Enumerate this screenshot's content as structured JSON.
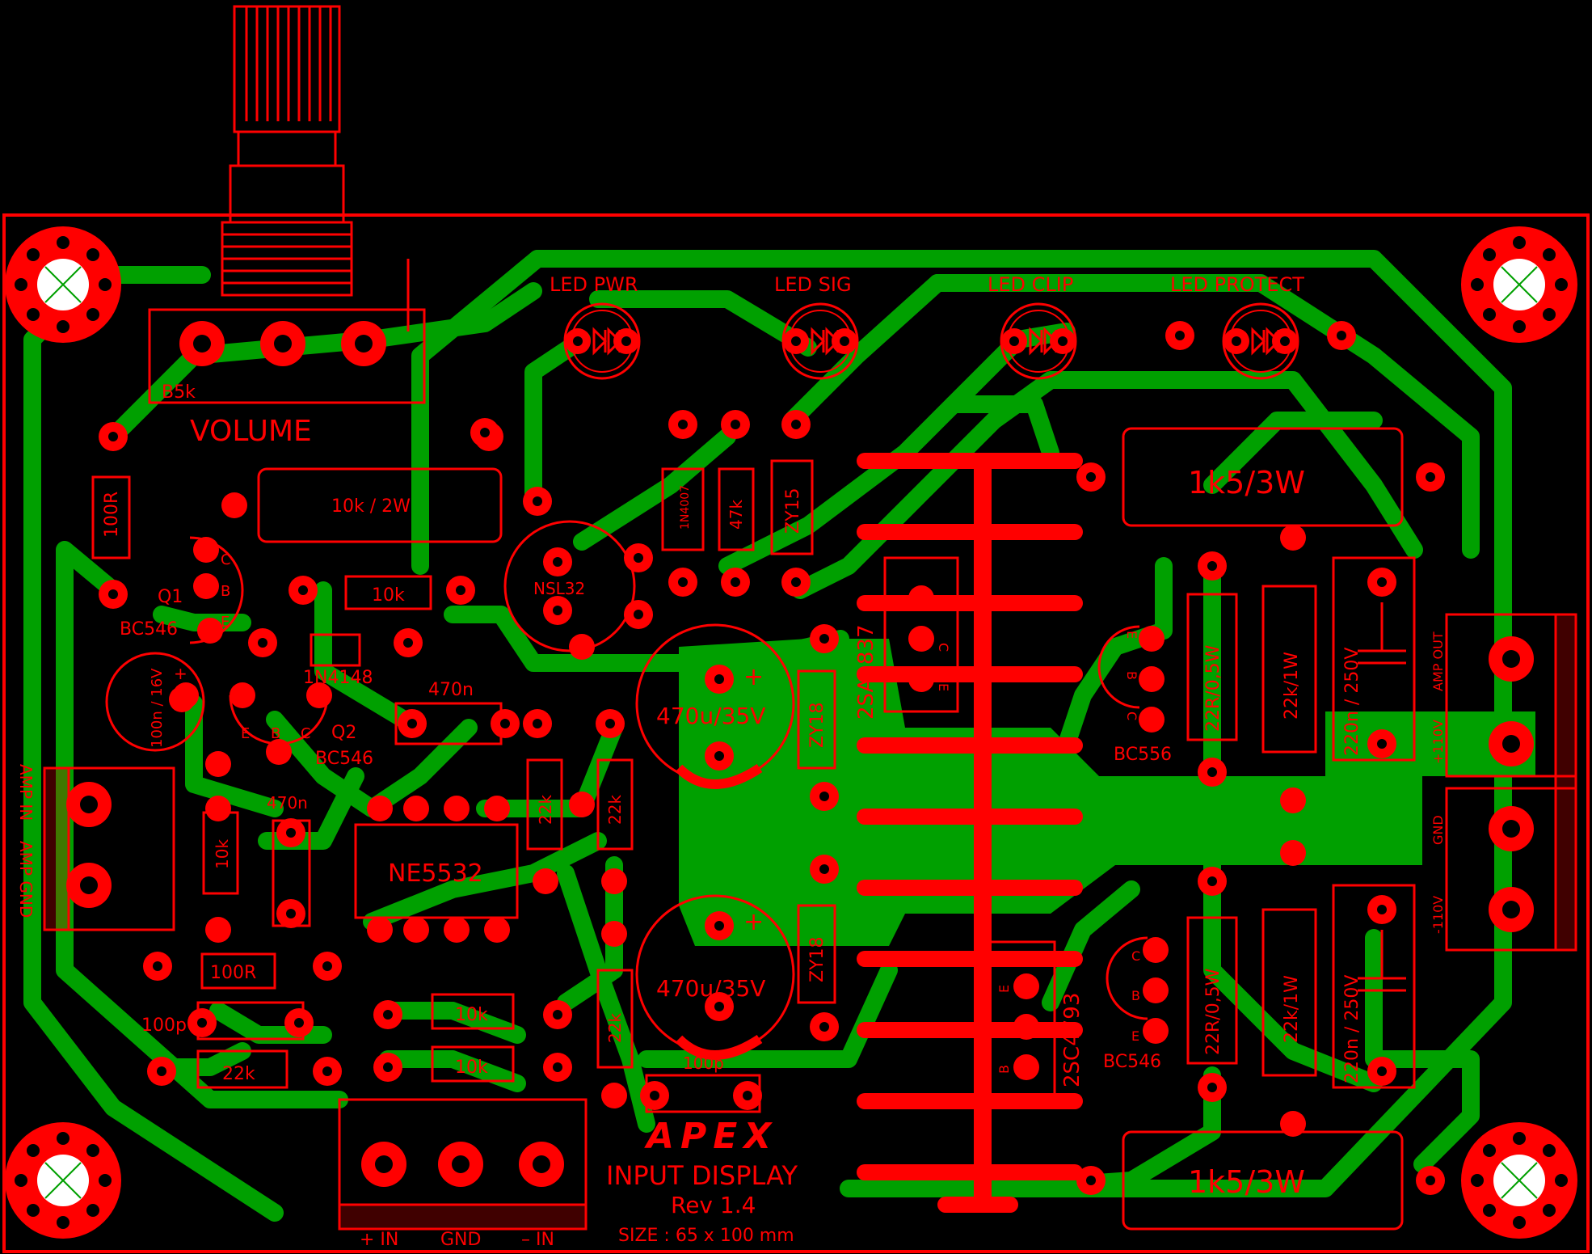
{
  "colors": {
    "background": "#000000",
    "silkscreen": "#FF0000",
    "copper": "#00A000",
    "pad": "#FF0000",
    "drill": "#000000"
  },
  "potentiometer": {
    "value": "B5k",
    "label": "VOLUME"
  },
  "leds": [
    "LED PWR",
    "LED SIG",
    "LED CLIP",
    "LED PROTECT"
  ],
  "components": {
    "r_100r_v": "100R",
    "r_10k_2w": "10k / 2W",
    "q1_ref": "Q1",
    "q1_part": "BC546",
    "q2_ref": "Q2",
    "q2_part": "BC546",
    "r_10k_q": "10k",
    "d_1n4148": "1N4148",
    "cap_100n": "100n / 16V",
    "cap_470n_a": "470n",
    "cap_470n_b": "470n",
    "r_10k_v": "10k",
    "ic": "NE5532",
    "nsl": "NSL32",
    "d_1n4007": "1N4007",
    "r_47k": "47k",
    "zener_15": "ZY15",
    "r_22k_a": "22k",
    "r_22k_b": "22k",
    "r_22k_c": "22k",
    "r_22k_d": "22k",
    "r_100r_h": "100R",
    "cap_100p_a": "100p",
    "cap_100p_b": "100p",
    "r_10k_a": "10k",
    "r_10k_b": "10k",
    "cap_470u_a": "470u/35V",
    "cap_470u_b": "470u/35V",
    "zener_18_a": "ZY18",
    "zener_18_b": "ZY18",
    "t_2sa": "2SA1837",
    "t_2sc": "2SC4793",
    "r_1k5_a": "1k5/3W",
    "r_1k5_b": "1k5/3W",
    "bc556": "BC556",
    "bc546_r": "BC546",
    "r_22r_a": "22R/0,5W",
    "r_22r_b": "22R/0,5W",
    "r_22k1w_a": "22k/1W",
    "r_22k1w_b": "22k/1W",
    "cap_220n_a": "220n / 250V",
    "cap_220n_b": "220n / 250V"
  },
  "pin_labels": {
    "q1": [
      "C",
      "B",
      "E"
    ],
    "q2": [
      "E",
      "B",
      "C"
    ],
    "sa": [
      "B",
      "C",
      "E"
    ],
    "sc": [
      "E",
      "C",
      "B"
    ],
    "bc556": [
      "E",
      "B",
      "C"
    ],
    "bc546r": [
      "C",
      "B",
      "E"
    ]
  },
  "polarity": "+",
  "terminals": {
    "amp_in": "AMP IN",
    "amp_gnd": "AMP GND",
    "amp_out": "AMP OUT",
    "plus_110v": "+110V",
    "gnd": "GND",
    "minus_110v": "-110V",
    "plus_in": "+ IN",
    "gnd_in": "GND",
    "minus_in": "– IN"
  },
  "branding": {
    "logo": "APEX",
    "title": "INPUT DISPLAY",
    "revision": "Rev 1.4",
    "size": "SIZE : 65 x 100 mm"
  }
}
